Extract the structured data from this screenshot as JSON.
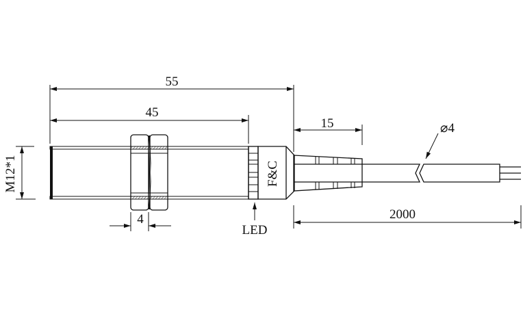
{
  "dimensions": {
    "overall_length": "55",
    "thread_length": "45",
    "strain_relief_length": "15",
    "cable_length": "2000",
    "cable_diameter": "⌀4",
    "nut_width": "4",
    "thread_size": "M12*1"
  },
  "labels": {
    "led": "LED",
    "brand_mark": "F&C"
  },
  "colors": {
    "line": "#111111",
    "background": "#ffffff"
  }
}
